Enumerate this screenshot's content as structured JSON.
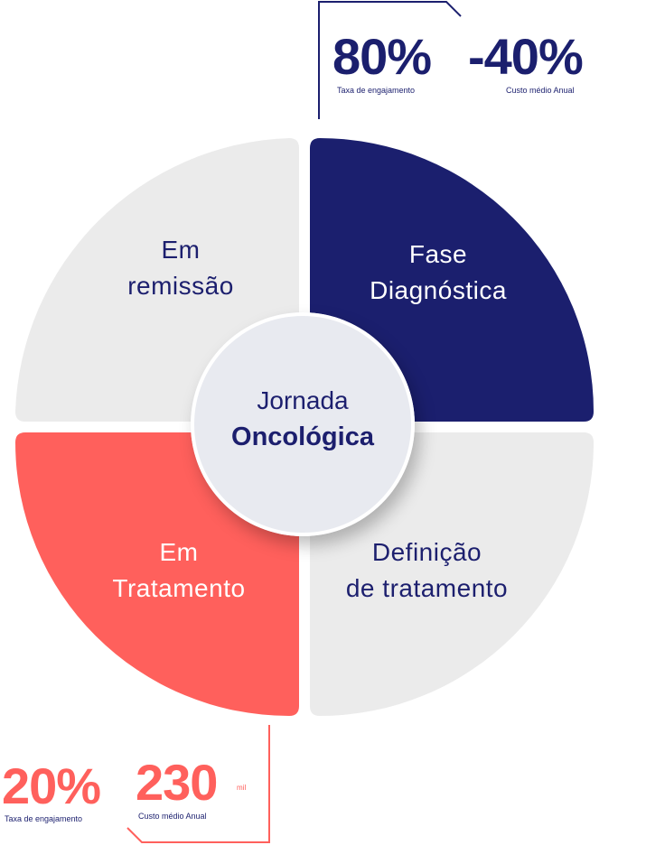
{
  "center": {
    "line1": "Jornada",
    "line2": "Oncológica"
  },
  "quadrants": [
    {
      "id": "top-left",
      "line1": "Em",
      "line2": "remissão",
      "fill": "#ebebeb",
      "text_color": "#1c1f6e"
    },
    {
      "id": "top-right",
      "line1": "Fase",
      "line2": "Diagnóstica",
      "fill": "#1b1f6e",
      "text_color": "#ffffff"
    },
    {
      "id": "bottom-left",
      "line1": "Em",
      "line2": "Tratamento",
      "fill": "#ff605c",
      "text_color": "#ffffff"
    },
    {
      "id": "bottom-right",
      "line1": "Definição",
      "line2": "de tratamento",
      "fill": "#ebebeb",
      "text_color": "#1c1f6e"
    }
  ],
  "top_stats": {
    "color": "#1b1f6e",
    "items": [
      {
        "value": "80%",
        "caption": "Taxa de engajamento"
      },
      {
        "value": "-40%",
        "caption": "Custo médio Anual"
      }
    ]
  },
  "bottom_stats": {
    "color": "#ff605c",
    "items": [
      {
        "value": "20%",
        "caption": "Taxa de engajamento"
      },
      {
        "value": "230",
        "unit": "mil",
        "caption": "Custo médio Anual"
      }
    ]
  },
  "colors": {
    "navy": "#1b1f6e",
    "coral": "#ff605c",
    "gray": "#ebebeb",
    "center": "#e8eaf0"
  }
}
